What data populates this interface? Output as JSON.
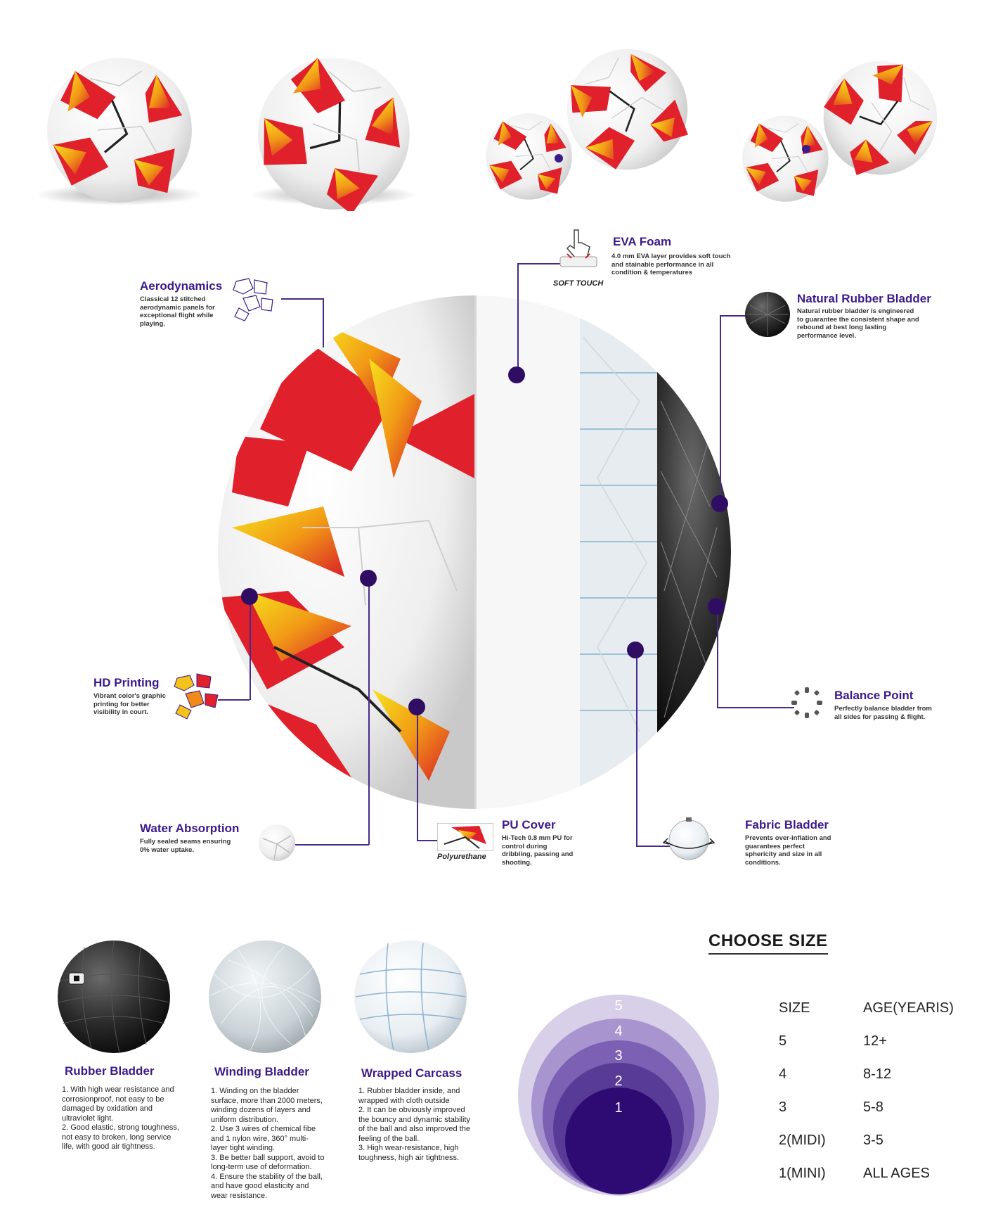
{
  "features": {
    "aerodynamics": {
      "title": "Aerodynamics",
      "desc": "Classical 12 stitched aerodynamic panels for exceptional flight while playing."
    },
    "eva": {
      "title": "EVA Foam",
      "desc": "4.0 mm EVA layer provides soft touch and stainable performance in all condition & temperatures",
      "icon_label": "SOFT TOUCH"
    },
    "natural_rubber": {
      "title": "Natural Rubber Bladder",
      "desc": "Natural rubber bladder is engineered to guarantee the consistent shape and rebound at best long lasting performance level."
    },
    "hd_printing": {
      "title": "HD Printing",
      "desc": "Vibrant color's graphic printing for better visibility in court."
    },
    "balance": {
      "title": "Balance Point",
      "desc": "Perfectly balance bladder from all sides for passing & flight."
    },
    "water": {
      "title": "Water Absorption",
      "desc": "Fully sealed seams ensuring 0% water uptake."
    },
    "pu_cover": {
      "title": "PU Cover",
      "desc": "Hi-Tech 0.8 mm PU for control during dribbling, passing and shooting.",
      "icon_label": "Polyurethane"
    },
    "fabric": {
      "title": "Fabric Bladder",
      "desc": "Prevents over-inflation and guarantees perfect sphericity and size in all conditions."
    }
  },
  "layers": [
    {
      "title": "Rubber Bladder",
      "desc": "1. With high wear resistance and corrosionproof, not easy to be damaged by oxidation and ultraviolet light.\n2. Good elastic, strong toughness, not easy to broken, long service life, with good air tightness."
    },
    {
      "title": "Winding Bladder",
      "desc": "1. Winding on the bladder surface, more than 2000 meters, winding dozens of layers and uniform distribution.\n2. Use 3 wires of chemical fibe and 1 nylon wire, 360° multi-layer tight winding.\n3. Be better ball support, avoid to long-term use of deformation.\n4. Ensure the stability of the ball, and have good elasticity and wear resistance."
    },
    {
      "title": "Wrapped Carcass",
      "desc": "1. Rubber bladder inside, and wrapped with cloth outside\n2. It can be obviously improved the bouncy and dynamic stability of the ball and also improved the feeling of the ball.\n3. High wear-resistance, high toughness, high air tightness."
    }
  ],
  "size_chart": {
    "title": "CHOOSE SIZE",
    "col_size": "SIZE",
    "col_age": "AGE(YEARIS)",
    "rows": [
      {
        "size": "5",
        "age": "12+"
      },
      {
        "size": "4",
        "age": "8-12"
      },
      {
        "size": "3",
        "age": "5-8"
      },
      {
        "size": "2(MIDI)",
        "age": "3-5"
      },
      {
        "size": "1(MINI)",
        "age": "ALL AGES"
      }
    ],
    "circle_labels": [
      "5",
      "4",
      "3",
      "2",
      "1"
    ]
  },
  "colors": {
    "accent": "#3b1a8a",
    "dot": "#2f0d63",
    "ball_red": "#e0202a",
    "ball_yellow": "#f2d21a"
  }
}
